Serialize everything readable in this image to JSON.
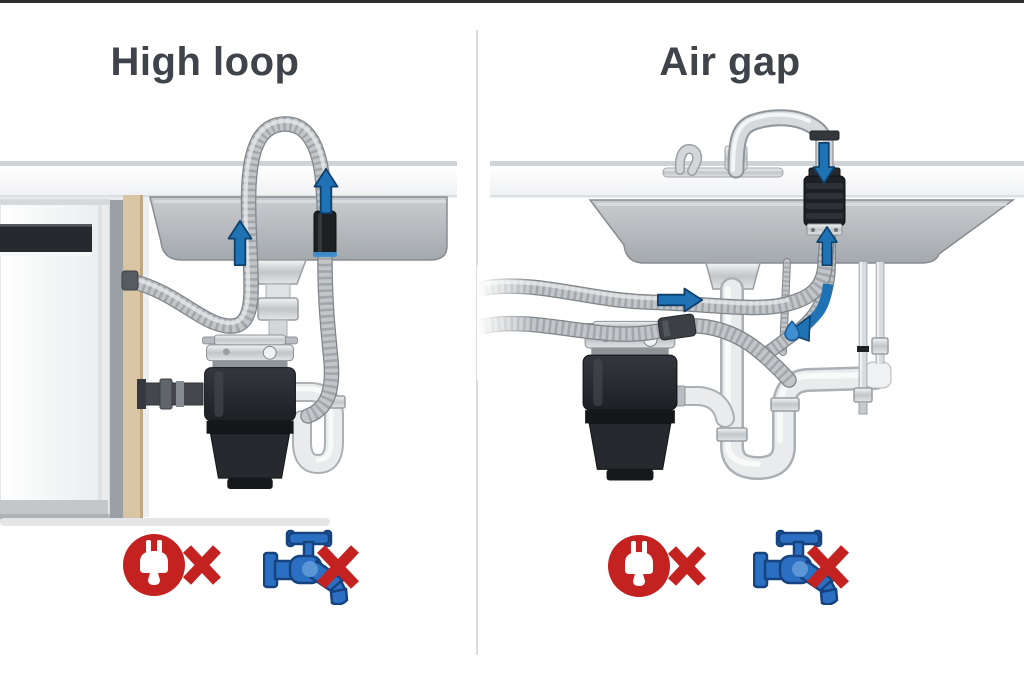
{
  "panels": [
    {
      "id": "high-loop",
      "title": "High loop",
      "badge_icons": [
        "power-plug-crossed-icon",
        "water-tap-crossed-icon"
      ]
    },
    {
      "id": "air-gap",
      "title": "Air gap",
      "badge_icons": [
        "power-plug-crossed-icon",
        "water-tap-crossed-icon"
      ]
    }
  ],
  "colors": {
    "title_color": "#3f444b",
    "top_border": "#2e2e2e",
    "divider": "#d9dbdd",
    "arrow_blue": "#1f72b4",
    "arrow_blue_dark": "#0d3f69",
    "prohibit_red": "#c42220",
    "faucet_blue": "#2a6fc2",
    "faucet_blue_dark": "#16437f",
    "faucet_blue_light": "#5b95d6",
    "drop_blue": "#3f8ed2"
  }
}
